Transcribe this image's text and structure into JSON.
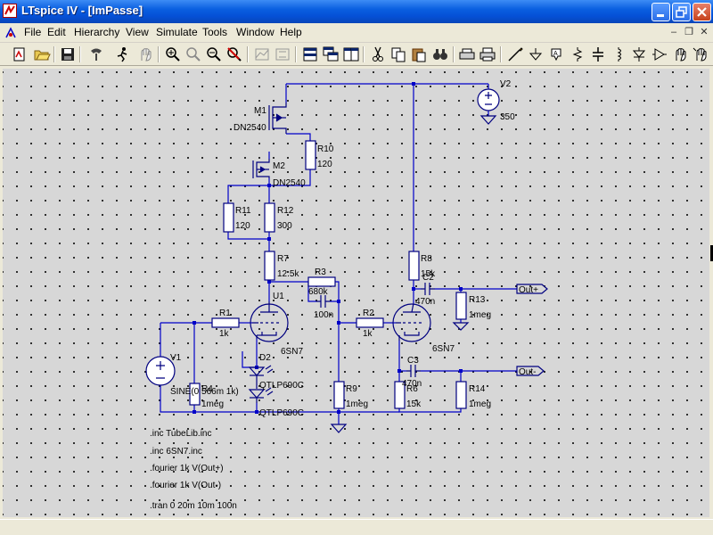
{
  "window": {
    "title": "LTspice IV - [ImPasse]"
  },
  "menu": [
    "File",
    "Edit",
    "Hierarchy",
    "View",
    "Simulate",
    "Tools",
    "Window",
    "Help"
  ],
  "toolbar": [
    "new-schematic-icon",
    "open-icon",
    "save-icon",
    "control-panel-icon",
    "run-icon",
    "halt-icon",
    "zoom-in-icon",
    "zoom-pan-icon",
    "zoom-out-icon",
    "zoom-cancel-icon",
    "autorange-icon",
    "fit-icon",
    "tile-horizontal-icon",
    "cascade-icon",
    "tile-vertical-icon",
    "cut-icon",
    "copy-icon",
    "paste-icon",
    "find-icon",
    "print-setup-icon",
    "print-icon",
    "wire-icon",
    "ground-icon",
    "label-icon",
    "resistor-icon",
    "capacitor-icon",
    "inductor-icon",
    "diode-icon",
    "component-icon",
    "move-icon",
    "drag-icon"
  ],
  "labels": {
    "m1": "M1",
    "m1_model": "DN2540",
    "m2": "M2",
    "m2_model": "DN2540",
    "r10": "R10",
    "r10_val": "120",
    "r11": "R11",
    "r11_val": "120",
    "r12": "R12",
    "r12_val": "300",
    "r7": "R7",
    "r7_val": "12.5k",
    "r3": "R3",
    "r3_val": "680k",
    "c_r3_val": "100n",
    "u1": "U1",
    "u1_model": "6SN7",
    "u2_model": "6SN7",
    "r1": "R1",
    "r1_val": "1k",
    "r2": "R2",
    "r2_val": "1k",
    "v1": "V1",
    "v1_val": "SINE(0 566m 1k)",
    "r4": "R4",
    "r4_val": "1meg",
    "d2": "D2",
    "d2_model": "QTLP690C",
    "d3_model": "QTLP690C",
    "r9": "R9",
    "r9_val": "1meg",
    "r8": "R8",
    "r8_val": "15k",
    "c2": "C2",
    "c2_val": "470n",
    "r13": "R13",
    "r13_val": "1meg",
    "c3": "C3",
    "c3_val": "470n",
    "r6": "R6",
    "r6_val": "15k",
    "r14": "R14",
    "r14_val": "1meg",
    "v2": "V2",
    "v2_val": "350",
    "out_plus": "Out+",
    "out_minus": "Out-"
  },
  "directives": [
    ".inc TubeLib.inc",
    ".inc 6SN7.inc",
    ".fourier 1k V(Out+)",
    ".fourier 1k V(Out-)",
    ".tran 0 20m 10m 100n"
  ],
  "colors": {
    "wire": "#0000c8",
    "component": "#000080",
    "background": "#d7d7d7",
    "titlebar": "#0a5fe0"
  },
  "status": ""
}
